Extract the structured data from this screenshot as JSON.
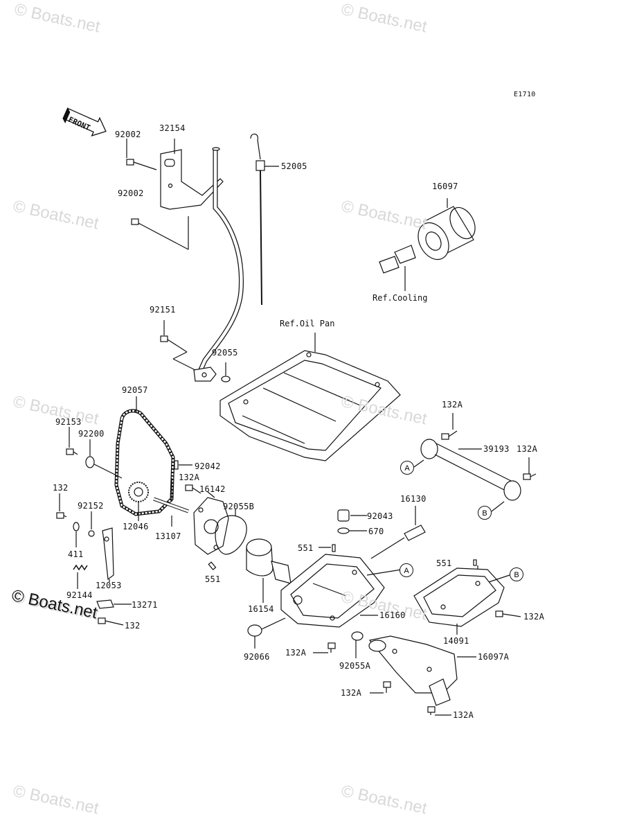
{
  "diagram_id": "E1710",
  "front_label": "FRONT",
  "watermark": "© Boats.net",
  "copyright": "© Boats.net",
  "refs": {
    "oil_pan": "Ref.Oil Pan",
    "cooling": "Ref.Cooling"
  },
  "callouts": {
    "a1": "A",
    "a2": "A",
    "b1": "B",
    "b2": "B"
  },
  "parts": {
    "p32154": "32154",
    "p92002a": "92002",
    "p92002b": "92002",
    "p52005": "52005",
    "p16097": "16097",
    "p92151": "92151",
    "p92055": "92055",
    "p92057": "92057",
    "p92153": "92153",
    "p92200": "92200",
    "p92042": "92042",
    "p132A_1": "132A",
    "p16142": "16142",
    "p92055B": "92055B",
    "p132_1": "132",
    "p92152": "92152",
    "p12046": "12046",
    "p13107": "13107",
    "p411": "411",
    "p551_1": "551",
    "p12053": "12053",
    "p92144": "92144",
    "p13271": "13271",
    "p132_2": "132",
    "p132A_2": "132A",
    "p39193": "39193",
    "p132A_3": "132A",
    "p16130": "16130",
    "p92043": "92043",
    "p670": "670",
    "p551_2": "551",
    "p551_3": "551",
    "p16154": "16154",
    "p16160": "16160",
    "p92066": "92066",
    "p132A_4": "132A",
    "p92055A": "92055A",
    "p132A_5": "132A",
    "p14091": "14091",
    "p16097A": "16097A",
    "p132A_6": "132A",
    "p132A_7": "132A"
  }
}
